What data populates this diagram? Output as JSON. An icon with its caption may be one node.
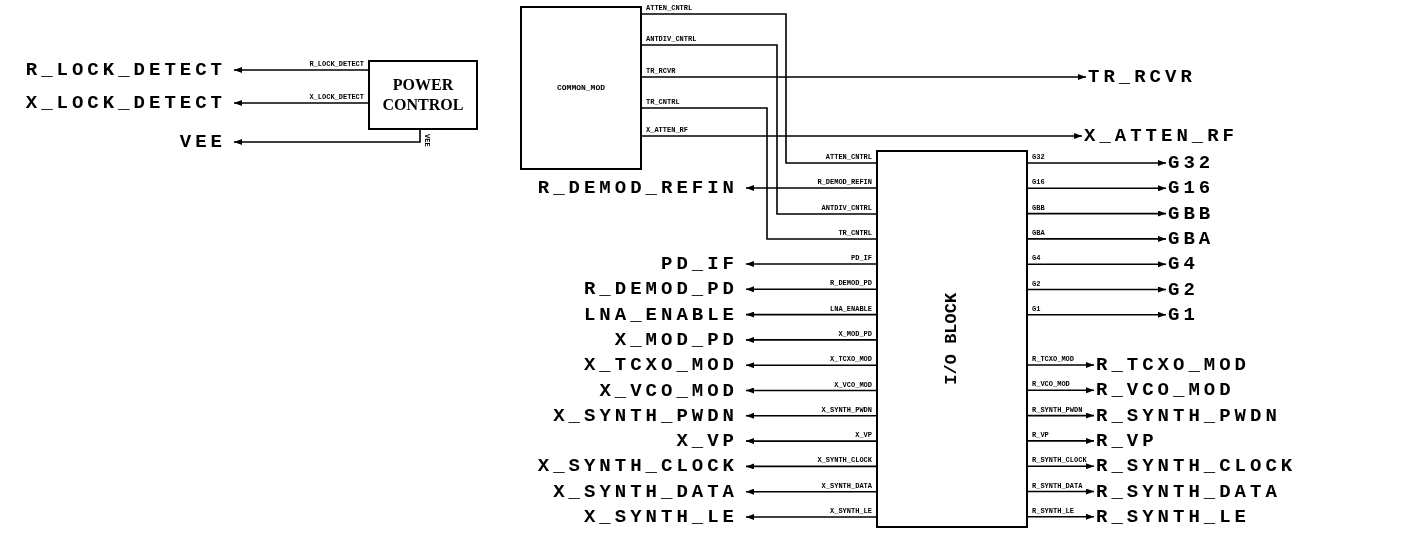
{
  "diagram": {
    "nodes": [
      {
        "text": [
          "POWER CONTROL"
        ]
      },
      {
        "text": [
          "R_LOCK_DETECT"
        ]
      },
      {
        "text": [
          "X_LOCK_DETECT"
        ]
      },
      {
        "text": [
          "VEE"
        ]
      },
      {
        "text": [
          "COMMON_MOD"
        ]
      },
      {
        "text": [
          "TR_RCVR"
        ]
      },
      {
        "text": [
          "X_ATTEN_RF"
        ]
      },
      {
        "text": [
          "I/O BLOCK"
        ]
      },
      {
        "text": [
          "R_DEMOD_REFIN"
        ]
      },
      {
        "text": [
          "PD_IF"
        ]
      },
      {
        "text": [
          "R_DEMOD_PD"
        ]
      },
      {
        "text": [
          "LNA_ENABLE"
        ]
      },
      {
        "text": [
          "X_MOD_PD"
        ]
      },
      {
        "text": [
          "X_TCXO_MOD"
        ]
      },
      {
        "text": [
          "X_VCO_MOD"
        ]
      },
      {
        "text": [
          "X_SYNTH_PWDN"
        ]
      },
      {
        "text": [
          "X_VP"
        ]
      },
      {
        "text": [
          "X_SYNTH_CLOCK"
        ]
      },
      {
        "text": [
          "X_SYNTH_DATA"
        ]
      },
      {
        "text": [
          "X_SYNTH_LE"
        ]
      },
      {
        "text": [
          "G32"
        ]
      },
      {
        "text": [
          "G16"
        ]
      },
      {
        "text": [
          "GBB"
        ]
      },
      {
        "text": [
          "GBA"
        ]
      },
      {
        "text": [
          "G4"
        ]
      },
      {
        "text": [
          "G2"
        ]
      },
      {
        "text": [
          "G1"
        ]
      },
      {
        "text": [
          "R_TCXO_MOD"
        ]
      },
      {
        "text": [
          "R_VCO_MOD"
        ]
      },
      {
        "text": [
          "R_SYNTH_PWDN"
        ]
      },
      {
        "text": [
          "R_VP"
        ]
      },
      {
        "text": [
          "R_SYNTH_CLOCK"
        ]
      },
      {
        "text": [
          "R_SYNTH_DATA"
        ]
      },
      {
        "text": [
          "R_SYNTH_LE"
        ]
      }
    ],
    "edges": [
      {
        "from": 0,
        "to": 1,
        "arrow": "to",
        "label": "R_LOCK_DETECT"
      },
      {
        "from": 0,
        "to": 2,
        "arrow": "to",
        "label": "X_LOCK_DETECT"
      },
      {
        "from": 0,
        "to": 3,
        "arrow": "to",
        "label": "VEE"
      },
      {
        "from": 4,
        "to": 7,
        "arrow": "none",
        "label": "ATTEN_CNTRL"
      },
      {
        "from": 4,
        "to": 7,
        "arrow": "none",
        "label": "ANTDIV_CNTRL"
      },
      {
        "from": 4,
        "to": 5,
        "arrow": "to",
        "label": "TR_RCVR"
      },
      {
        "from": 4,
        "to": 7,
        "arrow": "none",
        "label": "TR_CNTRL"
      },
      {
        "from": 4,
        "to": 6,
        "arrow": "to",
        "label": "X_ATTEN_RF"
      },
      {
        "from": 7,
        "to": 8,
        "arrow": "to",
        "label": "R_DEMOD_REFIN"
      },
      {
        "from": 7,
        "to": 9,
        "arrow": "to",
        "label": "PD_IF"
      },
      {
        "from": 7,
        "to": 10,
        "arrow": "to",
        "label": "R_DEMOD_PD"
      },
      {
        "from": 7,
        "to": 11,
        "arrow": "to",
        "label": "LNA_ENABLE"
      },
      {
        "from": 7,
        "to": 12,
        "arrow": "to",
        "label": "X_MOD_PD"
      },
      {
        "from": 7,
        "to": 13,
        "arrow": "to",
        "label": "X_TCXO_MOD"
      },
      {
        "from": 7,
        "to": 14,
        "arrow": "to",
        "label": "X_VCO_MOD"
      },
      {
        "from": 7,
        "to": 15,
        "arrow": "to",
        "label": "X_SYNTH_PWDN"
      },
      {
        "from": 7,
        "to": 16,
        "arrow": "to",
        "label": "X_VP"
      },
      {
        "from": 7,
        "to": 17,
        "arrow": "to",
        "label": "X_SYNTH_CLOCK"
      },
      {
        "from": 7,
        "to": 18,
        "arrow": "to",
        "label": "X_SYNTH_DATA"
      },
      {
        "from": 7,
        "to": 19,
        "arrow": "to",
        "label": "X_SYNTH_LE"
      },
      {
        "from": 7,
        "to": 20,
        "arrow": "to",
        "label": "G32"
      },
      {
        "from": 7,
        "to": 21,
        "arrow": "to",
        "label": "G16"
      },
      {
        "from": 7,
        "to": 22,
        "arrow": "to",
        "label": "GBB"
      },
      {
        "from": 7,
        "to": 23,
        "arrow": "to",
        "label": "GBA"
      },
      {
        "from": 7,
        "to": 24,
        "arrow": "to",
        "label": "G4"
      },
      {
        "from": 7,
        "to": 25,
        "arrow": "to",
        "label": "G2"
      },
      {
        "from": 7,
        "to": 26,
        "arrow": "to",
        "label": "G1"
      },
      {
        "from": 7,
        "to": 27,
        "arrow": "to",
        "label": "R_TCXO_MOD"
      },
      {
        "from": 7,
        "to": 28,
        "arrow": "to",
        "label": "R_VCO_MOD"
      },
      {
        "from": 7,
        "to": 29,
        "arrow": "to",
        "label": "R_SYNTH_PWDN"
      },
      {
        "from": 7,
        "to": 30,
        "arrow": "to",
        "label": "R_VP"
      },
      {
        "from": 7,
        "to": 31,
        "arrow": "to",
        "label": "R_SYNTH_CLOCK"
      },
      {
        "from": 7,
        "to": 32,
        "arrow": "to",
        "label": "R_SYNTH_DATA"
      },
      {
        "from": 7,
        "to": 33,
        "arrow": "to",
        "label": "R_SYNTH_LE"
      }
    ],
    "labels": [
      "ATTEN_CNTRL",
      "ANTDIV_CNTRL",
      "TR_CNTRL"
    ]
  }
}
